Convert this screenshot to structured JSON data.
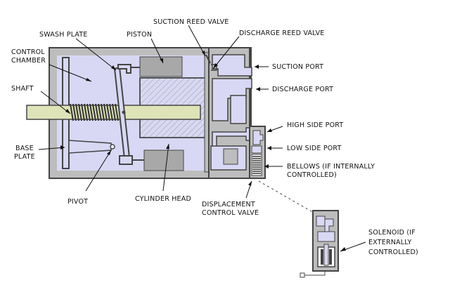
{
  "labels": {
    "swash_plate": "SWASH PLATE",
    "piston": "PISTON",
    "suction_reed_valve": "SUCTION REED VALVE",
    "discharge_reed_valve": "DISCHARGE REED VALVE",
    "control_chamber_1": "CONTROL",
    "control_chamber_2": "CHAMBER",
    "shaft": "SHAFT",
    "suction_port": "SUCTION PORT",
    "discharge_port": "DISCHARGE PORT",
    "high_side_port": "HIGH SIDE PORT",
    "low_side_port": "LOW SIDE PORT",
    "bellows_1": "BELLOWS (IF INTERNALLY",
    "bellows_2": "CONTROLLED)",
    "base_plate_1": "BASE",
    "base_plate_2": "PLATE",
    "pivot": "PIVOT",
    "cylinder_head": "CYLINDER HEAD",
    "displacement_valve_1": "DISPLACEMENT",
    "displacement_valve_2": "CONTROL VALVE",
    "solenoid_1": "SOLENOID (IF",
    "solenoid_2": "EXTERNALLY",
    "solenoid_3": "CONTROLLED)"
  },
  "colors": {
    "chamber_fill": "#d8d8f4",
    "housing": "#bdbdbd",
    "piston_gray": "#a8a8a8",
    "shaft_fill": "#dfe3b8",
    "outline": "#444444"
  }
}
